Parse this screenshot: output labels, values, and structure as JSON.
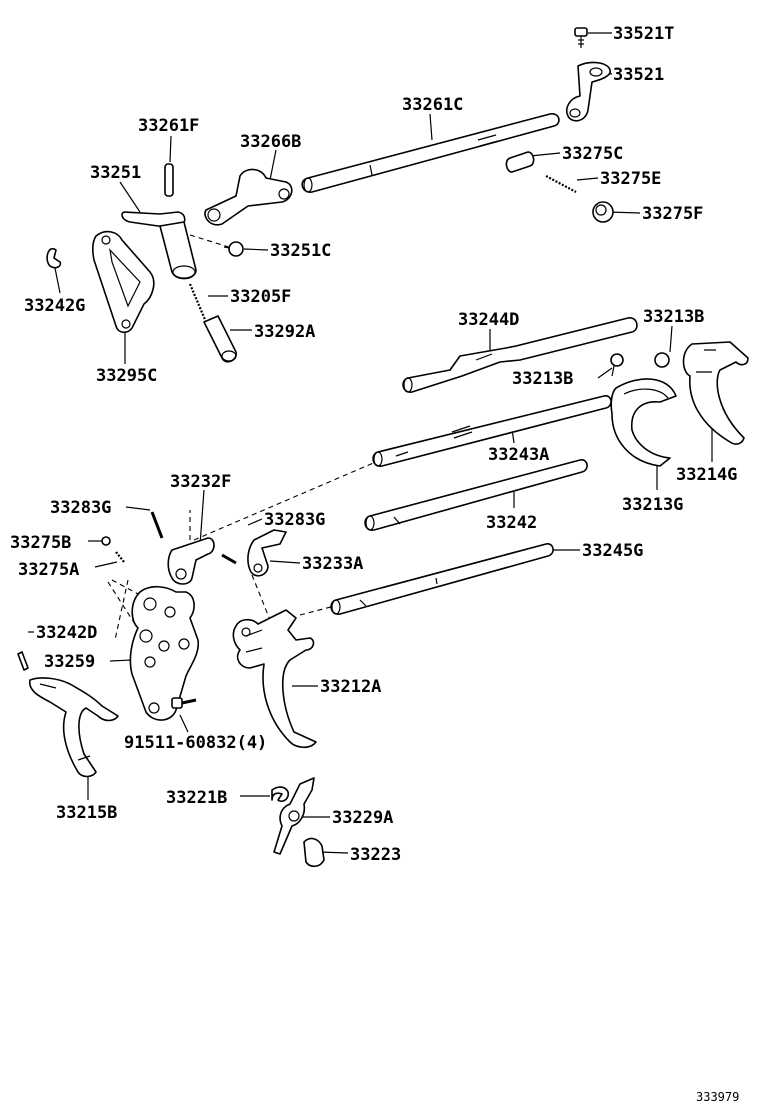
{
  "parts": [
    {
      "key": "p33521T",
      "label": "33521T"
    },
    {
      "key": "p33521",
      "label": "33521"
    },
    {
      "key": "p33261C",
      "label": "33261C"
    },
    {
      "key": "p33275C",
      "label": "33275C"
    },
    {
      "key": "p33275E",
      "label": "33275E"
    },
    {
      "key": "p33275F",
      "label": "33275F"
    },
    {
      "key": "p33261F",
      "label": "33261F"
    },
    {
      "key": "p33266B",
      "label": "33266B"
    },
    {
      "key": "p33251",
      "label": "33251"
    },
    {
      "key": "p33251C",
      "label": "33251C"
    },
    {
      "key": "p33205F",
      "label": "33205F"
    },
    {
      "key": "p33242G",
      "label": "33242G"
    },
    {
      "key": "p33292A",
      "label": "33292A"
    },
    {
      "key": "p33295C",
      "label": "33295C"
    },
    {
      "key": "p33244D",
      "label": "33244D"
    },
    {
      "key": "p33213B_a",
      "label": "33213B"
    },
    {
      "key": "p33213B_b",
      "label": "33213B"
    },
    {
      "key": "p33243A",
      "label": "33243A"
    },
    {
      "key": "p33214G",
      "label": "33214G"
    },
    {
      "key": "p33232F",
      "label": "33232F"
    },
    {
      "key": "p33213G",
      "label": "33213G"
    },
    {
      "key": "p33283G_a",
      "label": "33283G"
    },
    {
      "key": "p33283G_b",
      "label": "33283G"
    },
    {
      "key": "p33242",
      "label": "33242"
    },
    {
      "key": "p33275B",
      "label": "33275B"
    },
    {
      "key": "p33245G",
      "label": "33245G"
    },
    {
      "key": "p33275A",
      "label": "33275A"
    },
    {
      "key": "p33233A",
      "label": "33233A"
    },
    {
      "key": "p33242D",
      "label": "33242D"
    },
    {
      "key": "p33259",
      "label": "33259"
    },
    {
      "key": "p33212A",
      "label": "33212A"
    },
    {
      "key": "p91511",
      "label": "91511-60832(4)"
    },
    {
      "key": "p33215B",
      "label": "33215B"
    },
    {
      "key": "p33221B",
      "label": "33221B"
    },
    {
      "key": "p33229A",
      "label": "33229A"
    },
    {
      "key": "p33223",
      "label": "33223"
    }
  ],
  "footer": {
    "illustration_number": "333979"
  }
}
